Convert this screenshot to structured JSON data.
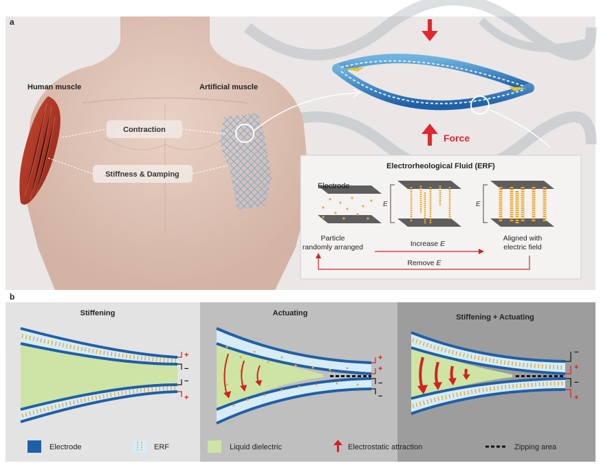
{
  "panel_a": {
    "label": "a",
    "human_muscle_label": "Human muscle",
    "artificial_muscle_label": "Artificial muscle",
    "contraction_label": "Contraction",
    "stiffness_damping_label": "Stiffness & Damping",
    "force_label": "Force",
    "erf_box": {
      "title": "Electrorheological Fluid (ERF)",
      "electrode_label": "Electrode",
      "field_symbol": "E",
      "left_caption_line1": "Particle",
      "left_caption_line2": "randomly arranged",
      "right_caption_line1": "Aligned with",
      "right_caption_line2": "electric field",
      "increase_prefix": "Increase ",
      "remove_prefix": "Remove ",
      "field_italic": "E"
    }
  },
  "panel_b": {
    "label": "b",
    "sections": [
      {
        "title": "Stiffening"
      },
      {
        "title": "Actuating"
      },
      {
        "title": "Stiffening + Actuating"
      }
    ],
    "plus": "+",
    "minus": "−",
    "legend": [
      {
        "label": "Electrode",
        "color": "#1f5fa8"
      },
      {
        "label": "ERF",
        "color": "#d6ecf8"
      },
      {
        "label": "Liquid dielectric",
        "color": "#cde4a4"
      },
      {
        "label": "Electrostatic attraction",
        "color": "#d62020"
      },
      {
        "label": "Zipping area",
        "color": "#111111"
      }
    ]
  }
}
